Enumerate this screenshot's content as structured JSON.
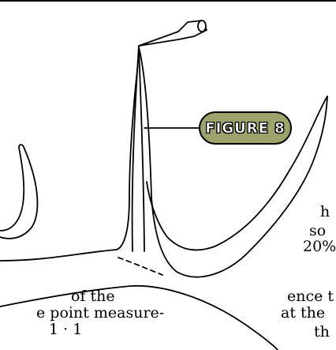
{
  "figure_label": "FIGURE 8",
  "colors": {
    "badge_fill": "#9da36b",
    "line": "#000000",
    "background": "#ffffff"
  },
  "body_text_left": [
    "of the",
    "e point measure-",
    "1 · 1"
  ],
  "body_text_right": [
    "h",
    "so",
    "20%",
    "ence t",
    "at the",
    "th"
  ]
}
